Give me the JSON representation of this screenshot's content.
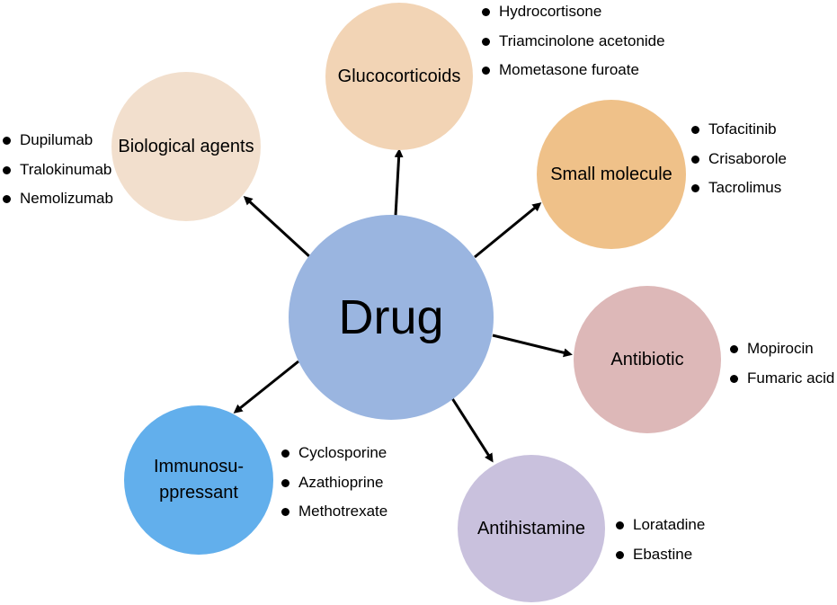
{
  "center": {
    "label": "Drug",
    "color": "#9ab5e0"
  },
  "categories": [
    {
      "id": "glucocorticoids",
      "label": "Glucocorticoids",
      "color": "#f2d4b5",
      "items": [
        "Hydrocortisone",
        "Triamcinolone acetonide",
        "Mometasone furoate"
      ]
    },
    {
      "id": "biological",
      "label": "Biological agents",
      "color": "#f2dfcd",
      "items": [
        "Dupilumab",
        "Tralokinumab",
        "Nemolizumab"
      ]
    },
    {
      "id": "small-molecule",
      "label": "Small molecule",
      "color": "#efc189",
      "items": [
        "Tofacitinib",
        "Crisaborole",
        "Tacrolimus"
      ]
    },
    {
      "id": "antibiotic",
      "label": "Antibiotic",
      "color": "#ddb8b8",
      "items": [
        "Mopirocin",
        "Fumaric acid"
      ]
    },
    {
      "id": "antihistamine",
      "label": "Antihistamine",
      "color": "#c9c1dd",
      "items": [
        "Loratadine",
        "Ebastine"
      ]
    },
    {
      "id": "immunosuppressant",
      "label": "Immunosu-\nppressant",
      "color": "#62afec",
      "items": [
        "Cyclosporine",
        "Azathioprine",
        "Methotrexate"
      ]
    }
  ]
}
